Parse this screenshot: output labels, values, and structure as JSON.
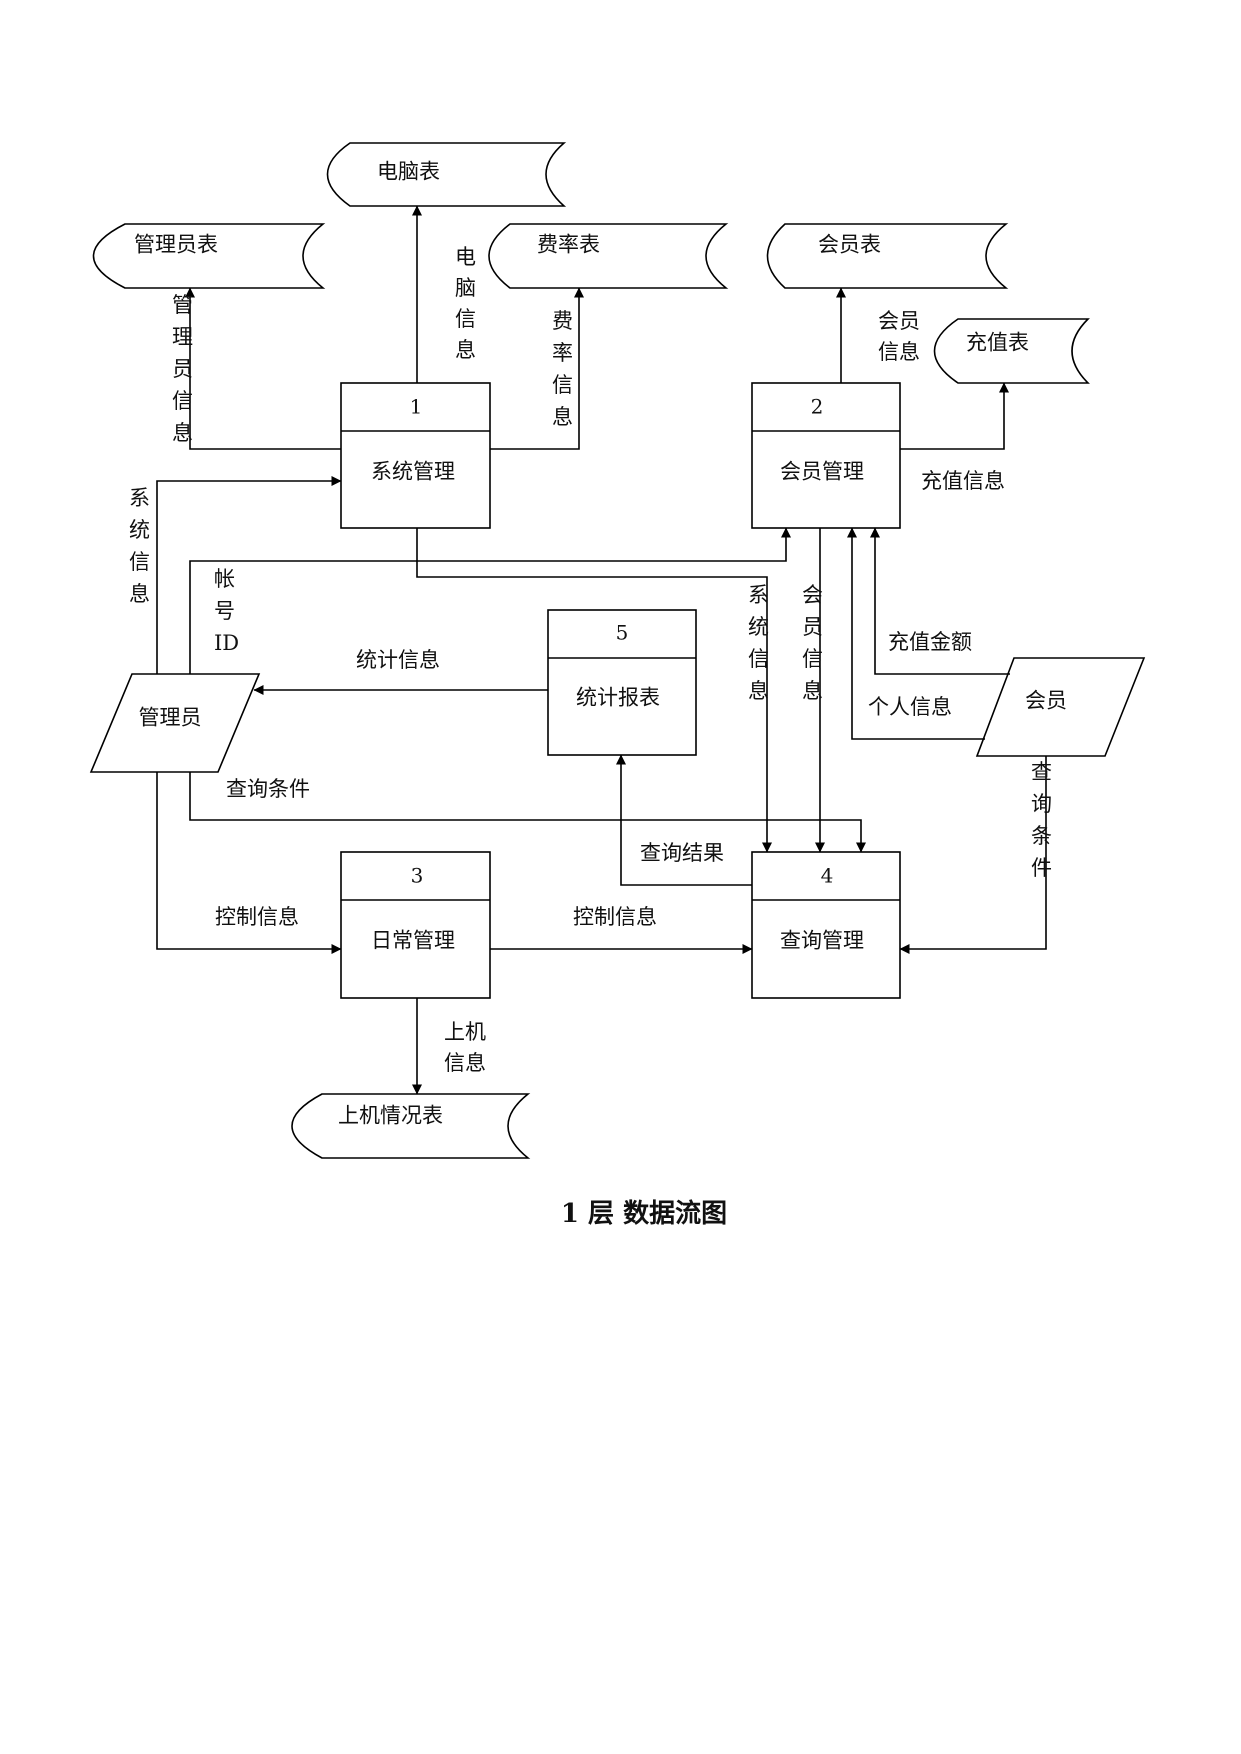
{
  "processes": {
    "p1": {
      "number": "1",
      "name": "系统管理"
    },
    "p2": {
      "number": "2",
      "name": "会员管理"
    },
    "p3": {
      "number": "3",
      "name": "日常管理"
    },
    "p4": {
      "number": "4",
      "name": "查询管理"
    },
    "p5": {
      "number": "5",
      "name": "统计报表"
    }
  },
  "stores": {
    "computer_table": "电脑表",
    "admin_table": "管理员表",
    "rate_table": "费率表",
    "member_table": "会员表",
    "recharge_table": "充值表",
    "usage_table": "上机情况表"
  },
  "entities": {
    "admin": "管理员",
    "member": "会员"
  },
  "flows": {
    "admin_info": "管理员信息",
    "computer_info": "电脑信息",
    "rate_info": "费率信息",
    "member_info_store": "会员信息",
    "recharge_info": "充值信息",
    "system_info_left": "系统信息",
    "account_id": [
      "帐",
      "号",
      "ID"
    ],
    "system_info_p4": "系统信息",
    "member_info_p4": "会员信息",
    "stats_info": "统计信息",
    "recharge_amount": "充值金额",
    "personal_info": "个人信息",
    "query_cond_admin": "查询条件",
    "query_cond_member": "查询条件",
    "query_result": "查询结果",
    "control_info_left": "控制信息",
    "control_info_right": "控制信息",
    "usage_info": [
      "上机",
      "信息"
    ]
  },
  "caption": "1 层  数据流图"
}
